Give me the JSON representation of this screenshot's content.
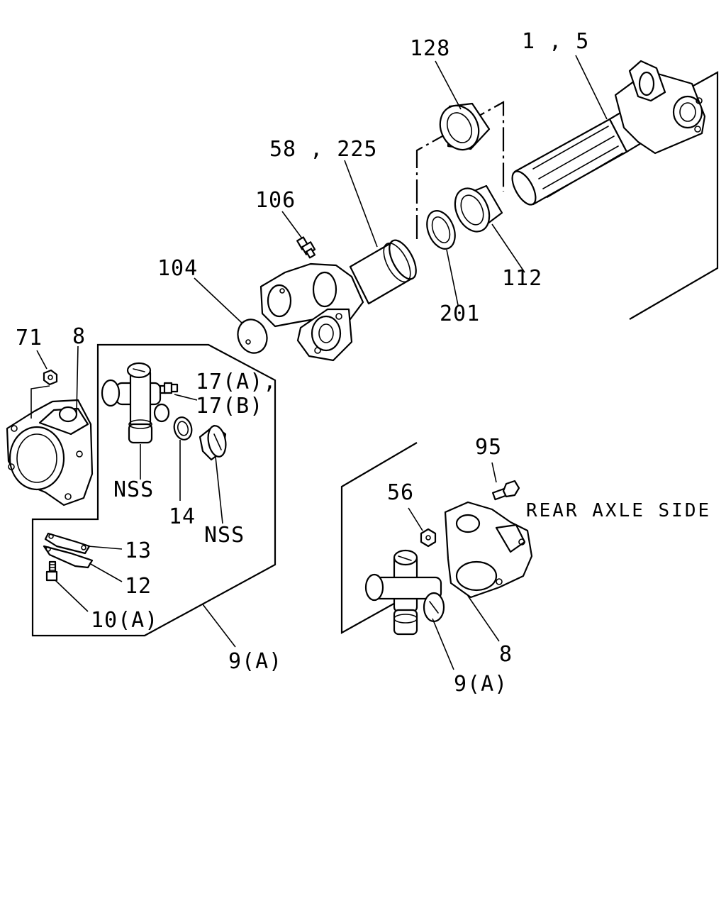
{
  "diagram": {
    "callouts": {
      "c128": "128",
      "c1_5": "1 , 5",
      "c58_225": "58 , 225",
      "c106": "106",
      "c104": "104",
      "c201": "201",
      "c112": "112",
      "c71": "71",
      "c8_left": "8",
      "c17a": "17(A),",
      "c17b": "17(B)",
      "c14": "14",
      "nss_cross": "NSS",
      "nss_cap": "NSS",
      "c13": "13",
      "c12": "12",
      "c10a": "10(A)",
      "c9a_left": "9(A)",
      "c95": "95",
      "c56": "56",
      "c8_right": "8",
      "c9a_right": "9(A)"
    },
    "notes": {
      "rear_axle_side": "REAR AXLE SIDE"
    }
  }
}
